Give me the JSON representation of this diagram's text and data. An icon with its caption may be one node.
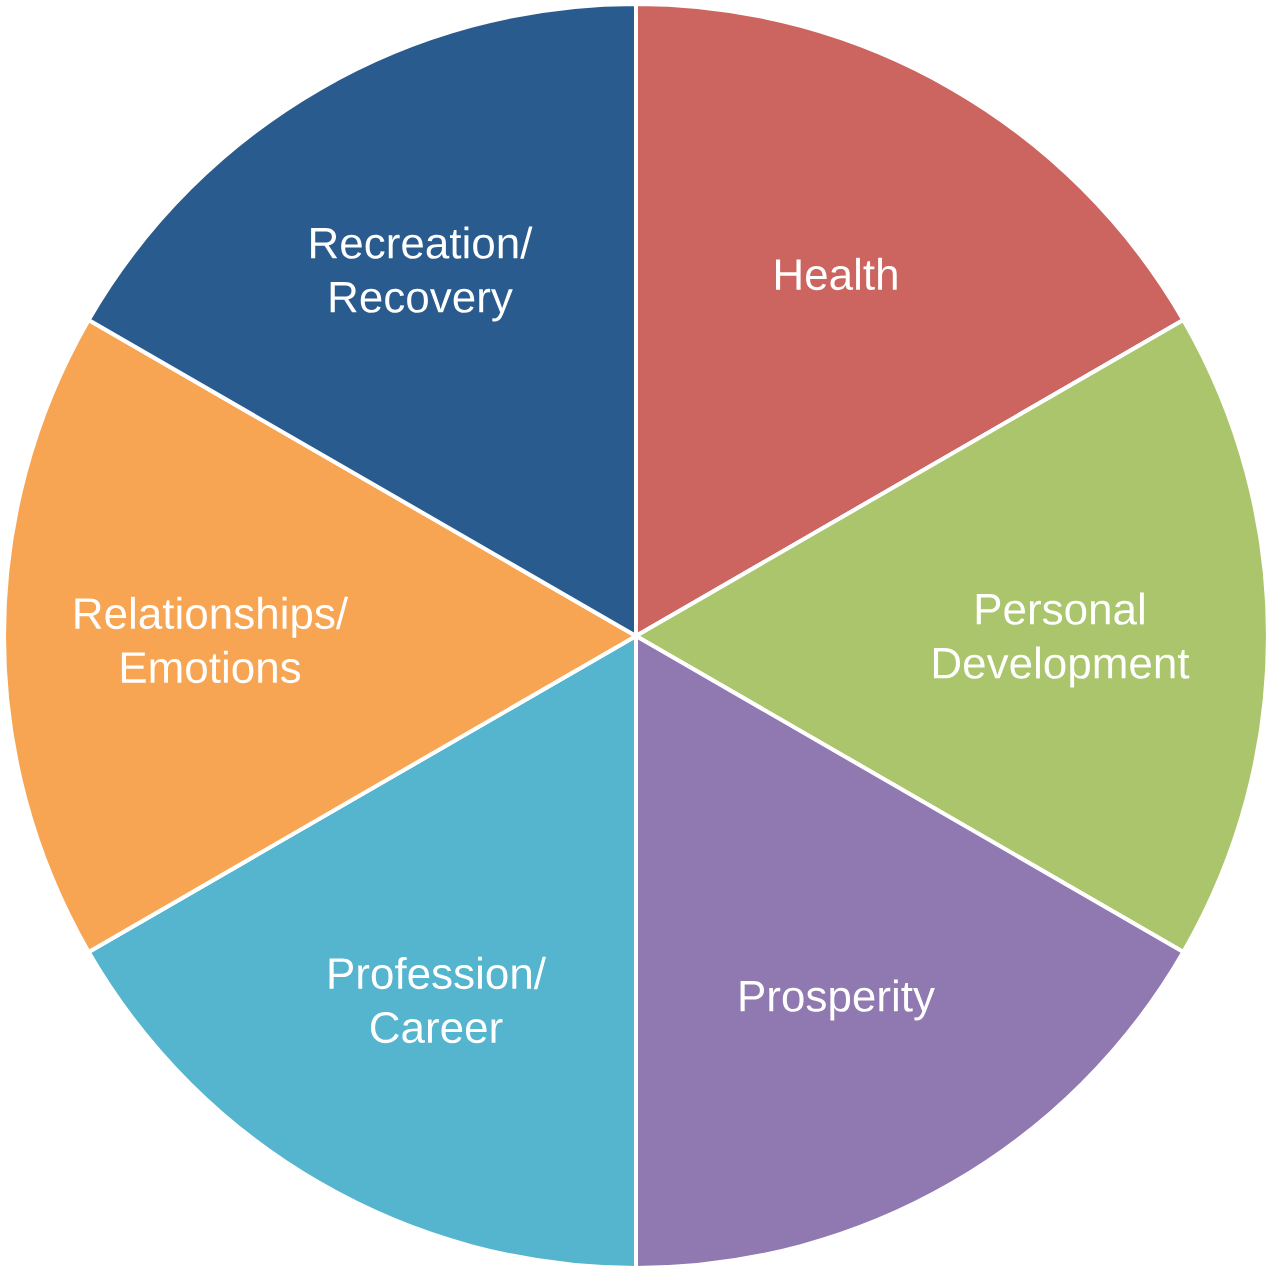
{
  "diagram": {
    "nodes": [
      {
        "text": [
          "Health"
        ]
      },
      {
        "text": [
          "Personal Development"
        ]
      },
      {
        "text": [
          "Prosperity"
        ]
      },
      {
        "text": [
          "Profession/ Career"
        ]
      },
      {
        "text": [
          "Relationships/ Emotions"
        ]
      },
      {
        "text": [
          "Recreation/ Recovery"
        ]
      }
    ]
  }
}
